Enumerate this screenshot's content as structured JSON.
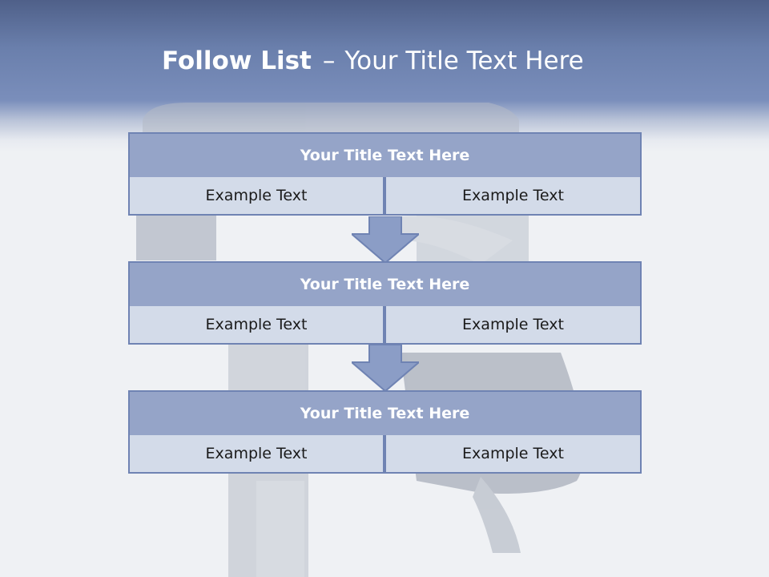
{
  "slide": {
    "title_bold": "Follow List",
    "title_dash": "–",
    "title_rest": "Your Title Text Here",
    "blocks": [
      {
        "title": "Your Title Text Here",
        "left": "Example Text",
        "right": "Example Text"
      },
      {
        "title": "Your Title Text Here",
        "left": "Example Text",
        "right": "Example Text"
      },
      {
        "title": "Your Title Text Here",
        "left": "Example Text",
        "right": "Example Text"
      }
    ],
    "colors": {
      "header": "#6a7fac",
      "block_title": "#95a4c8",
      "block_cell": "#d3dbe9",
      "border": "#6f83b3",
      "arrow": "#8b9dc6"
    }
  }
}
